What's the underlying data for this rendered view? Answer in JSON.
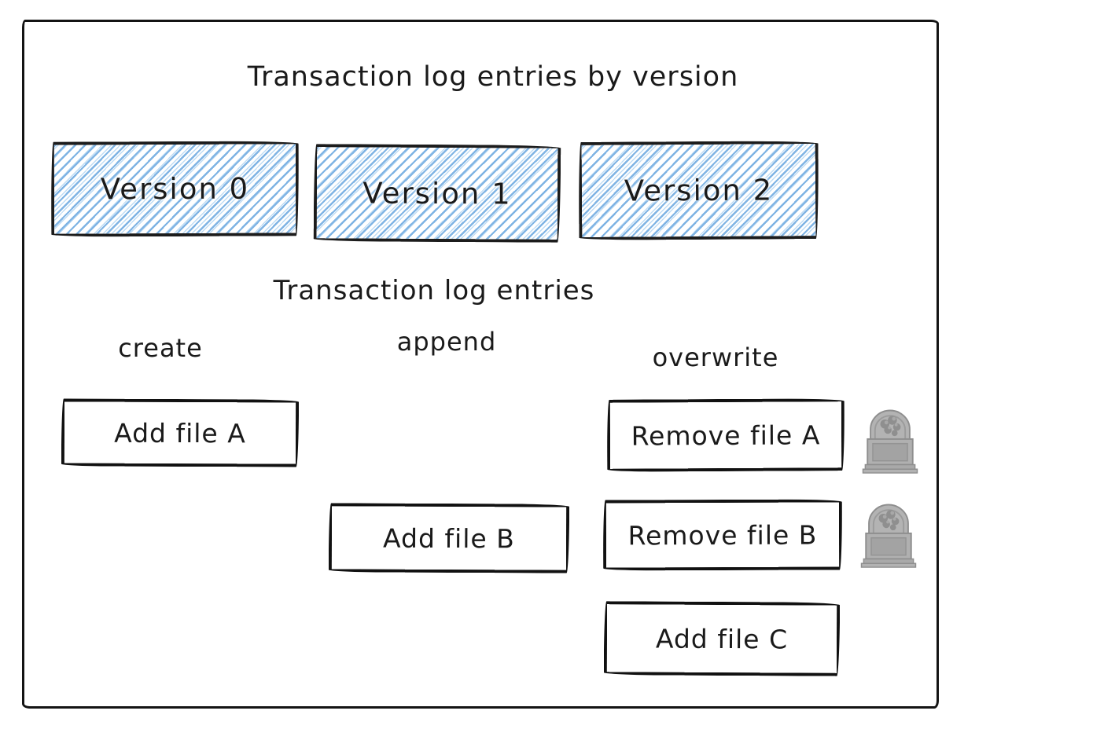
{
  "diagram": {
    "title": "Transaction log entries by version",
    "subtitle": "Transaction log entries",
    "versions": [
      {
        "label": "Version 0"
      },
      {
        "label": "Version 1"
      },
      {
        "label": "Version 2"
      }
    ],
    "columns": [
      {
        "label": "create"
      },
      {
        "label": "append"
      },
      {
        "label": "overwrite"
      }
    ],
    "entries": [
      {
        "label": "Add file A",
        "column": "create",
        "row": 1,
        "tombstone": false
      },
      {
        "label": "Remove file A",
        "column": "overwrite",
        "row": 1,
        "tombstone": true
      },
      {
        "label": "Add file B",
        "column": "append",
        "row": 2,
        "tombstone": false
      },
      {
        "label": "Remove file B",
        "column": "overwrite",
        "row": 2,
        "tombstone": true
      },
      {
        "label": "Add file C",
        "column": "overwrite",
        "row": 3,
        "tombstone": false
      }
    ],
    "colors": {
      "hatch_blue": "#79b0e2",
      "stroke": "#141414",
      "headstone_gray": "#adadad",
      "background": "#ffffff"
    }
  }
}
